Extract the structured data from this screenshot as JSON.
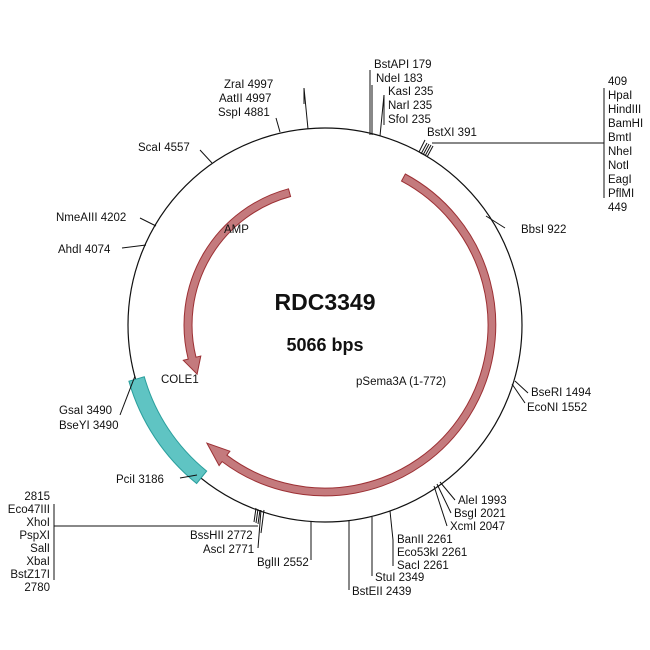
{
  "plasmid": {
    "name": "RDC3349",
    "size_label": "5066 bps"
  },
  "features": [
    {
      "name": "AMP",
      "type": "arrow",
      "color": "#c47a7d",
      "stroke": "#9c3034"
    },
    {
      "name": "pSema3A (1-772)",
      "type": "arrow",
      "color": "#c47a7d",
      "stroke": "#9c3034"
    },
    {
      "name": "COLE1",
      "type": "block",
      "color": "#5fc4c3",
      "stroke": "#2a9f9d"
    }
  ],
  "sites": [
    {
      "label": "BstAPI 179"
    },
    {
      "label": "NdeI 183"
    },
    {
      "label": "KasI 235"
    },
    {
      "label": "NarI 235"
    },
    {
      "label": "SfoI 235"
    },
    {
      "label": "BstXI 391"
    },
    {
      "label": "BbsI 922"
    },
    {
      "label": "BseRI 1494"
    },
    {
      "label": "EcoNI 1552"
    },
    {
      "label": "AleI 1993"
    },
    {
      "label": "BsgI 2021"
    },
    {
      "label": "XcmI 2047"
    },
    {
      "label": "BanII 2261"
    },
    {
      "label": "Eco53kI 2261"
    },
    {
      "label": "SacI 2261"
    },
    {
      "label": "StuI 2349"
    },
    {
      "label": "BstEII 2439"
    },
    {
      "label": "BglII 2552"
    },
    {
      "label": "BssHII 2772"
    },
    {
      "label": "AscI 2771"
    },
    {
      "label": "PciI 3186"
    },
    {
      "label": "GsaI 3490"
    },
    {
      "label": "BseYI 3490"
    },
    {
      "label": "AhdI 4074"
    },
    {
      "label": "NmeAIII 4202"
    },
    {
      "label": "ScaI 4557"
    },
    {
      "label": "SspI 4881"
    },
    {
      "label": "ZraI 4997"
    },
    {
      "label": "AatII 4997"
    }
  ],
  "cluster_right": [
    "409",
    "HpaI",
    "HindIII",
    "BamHI",
    "BmtI",
    "NheI",
    "NotI",
    "EagI",
    "PflMI",
    "449"
  ],
  "cluster_left": [
    "2815",
    "Eco47III",
    "XhoI",
    "PspXI",
    "SalI",
    "XbaI",
    "BstZ17I",
    "2780"
  ]
}
